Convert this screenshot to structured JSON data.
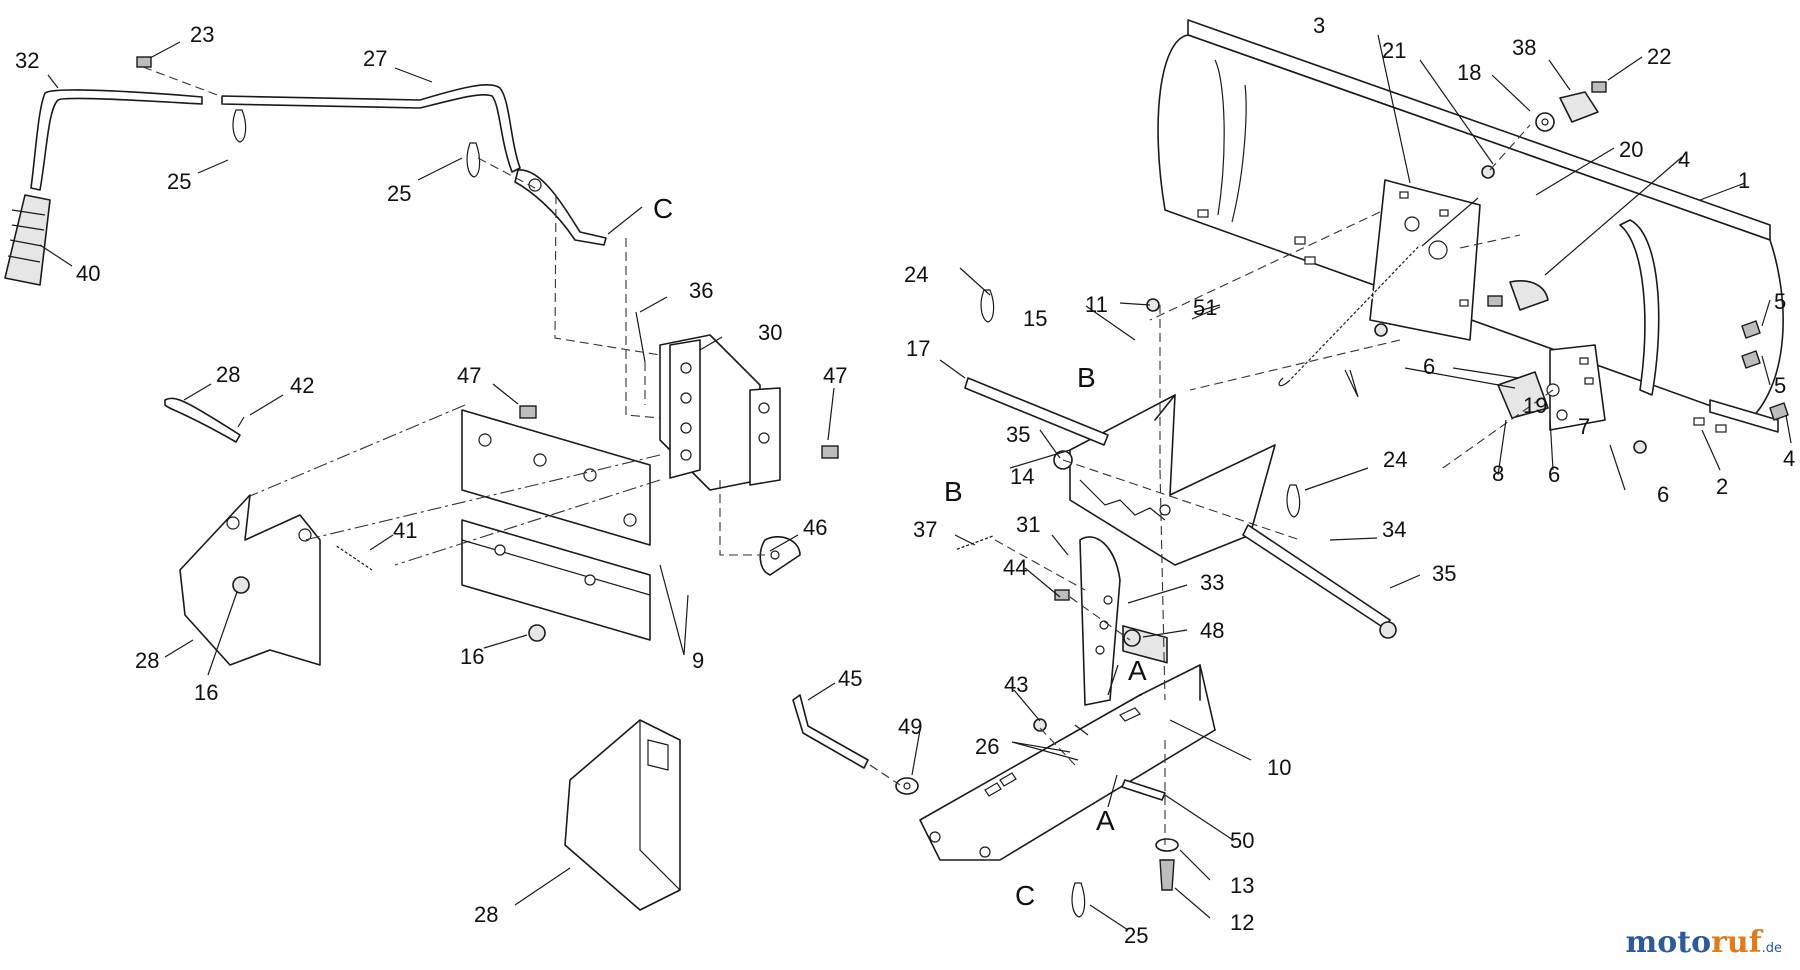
{
  "callouts": {
    "n1": "1",
    "n2": "2",
    "n3": "3",
    "n4a": "4",
    "n4b": "4",
    "n5a": "5",
    "n5b": "5",
    "n6a": "6",
    "n6b": "6",
    "n6c": "6",
    "n7": "7",
    "n8": "8",
    "n9": "9",
    "n10": "10",
    "n11": "11",
    "n12": "12",
    "n13": "13",
    "n14": "14",
    "n15": "15",
    "n16a": "16",
    "n16b": "16",
    "n17": "17",
    "n18": "18",
    "n19": "19",
    "n20": "20",
    "n21": "21",
    "n22": "22",
    "n23": "23",
    "n24a": "24",
    "n24b": "24",
    "n25a": "25",
    "n25b": "25",
    "n25c": "25",
    "n26": "26",
    "n27": "27",
    "n28a": "28",
    "n28b": "28",
    "n28c": "28",
    "n30": "30",
    "n31": "31",
    "n32": "32",
    "n33": "33",
    "n34": "34",
    "n35a": "35",
    "n35b": "35",
    "n36": "36",
    "n37": "37",
    "n38": "38",
    "n40": "40",
    "n41": "41",
    "n42": "42",
    "n43": "43",
    "n44": "44",
    "n45": "45",
    "n46": "46",
    "n47a": "47",
    "n47b": "47",
    "n48": "48",
    "n49": "49",
    "n50": "50",
    "n51": "51"
  },
  "reference_letters": {
    "a1": "A",
    "a2": "A",
    "b1": "B",
    "b2": "B",
    "c1": "C",
    "c2": "C"
  },
  "watermark": {
    "part1": "moto",
    "part2": "ruf",
    "part3": ".de"
  }
}
